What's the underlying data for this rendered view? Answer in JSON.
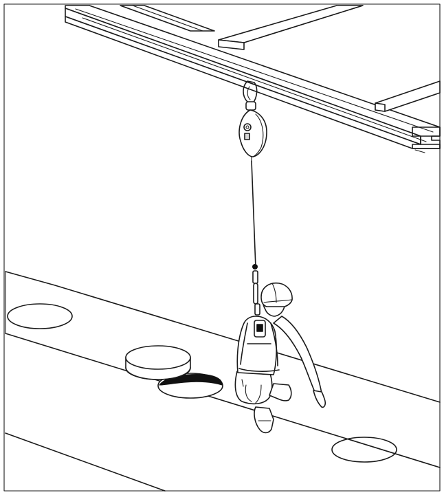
{
  "figure": {
    "palette": {
      "ink": "#1a1a1a",
      "paper": "#ffffff",
      "hole_fill": "#111111",
      "metal_grey": "#d9d9d9"
    },
    "elements": [
      "overhead-steel-i-beam",
      "crossbeam",
      "anchor-snap-hook",
      "self-retracting-lifeline-block",
      "lifeline-cable",
      "worker-with-hard-hat-and-harness",
      "floor-slab-with-manholes",
      "manhole-cover",
      "open-manhole"
    ]
  }
}
